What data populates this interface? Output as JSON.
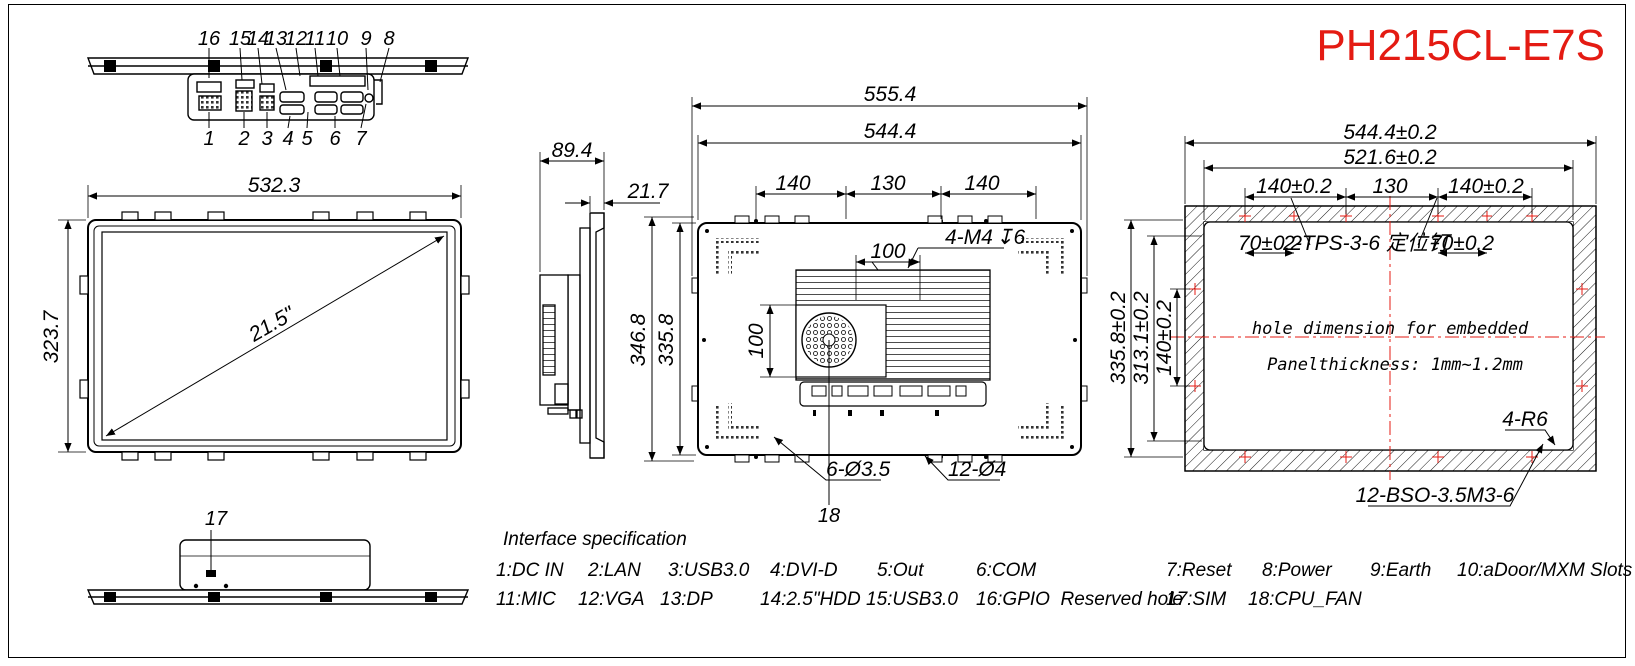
{
  "title": "PH215CL-E7S",
  "colors": {
    "title": "#e41b13",
    "line": "#000000",
    "centerline": "#e41b13"
  },
  "rear_view": {
    "top_numbers": [
      "16",
      "15",
      "14",
      "13",
      "12",
      "11",
      "10",
      "9",
      "8"
    ],
    "bottom_numbers": [
      "1",
      "2",
      "3",
      "4",
      "5",
      "6",
      "7"
    ]
  },
  "front_view": {
    "width": "532.3",
    "height": "323.7",
    "diagonal": "21.5\""
  },
  "bottom_view": {
    "label": "17"
  },
  "side_view": {
    "depth": "89.4",
    "bezel": "21.7"
  },
  "back_view": {
    "overall_width": "555.4",
    "width": "544.4",
    "spacing_left": "140",
    "spacing_mid": "130",
    "spacing_right": "140",
    "heatsink_width": "100",
    "heatsink_height": "100",
    "thread": "4-M4",
    "thread_depth": "6",
    "height_outer": "346.8",
    "height_inner": "335.8",
    "hole_small": "6-Ø3.5",
    "hole_big": "12-Ø4",
    "fan_label": "18"
  },
  "cutout_view": {
    "outer_width": "544.4±0.2",
    "inner_width": "521.6±0.2",
    "spacing_left": "140±0.2",
    "spacing_mid": "130",
    "spacing_right": "140±0.2",
    "offset_left": "70±0.2",
    "offset_right": "70±0.2",
    "pin_label": "2-TPS-3-6 定位钉",
    "height_outer": "335.8±0.2",
    "height_mid": "313.1±0.2",
    "height_inner": "140±0.2",
    "note1": "hole dimension for embedded",
    "note2": "Panelthickness: 1mm~1.2mm",
    "radius": "4-R6",
    "bso": "12-BSO-3.5M3-6"
  },
  "interface_spec": {
    "heading": "Interface specification",
    "row1": [
      "1:DC IN",
      "2:LAN",
      "3:USB3.0",
      "4:DVI-D",
      "5:Out",
      "6:COM",
      "7:Reset",
      "8:Power",
      "9:Earth",
      "10:aDoor/MXM Slots"
    ],
    "row2": [
      "11:MIC",
      "12:VGA",
      "13:DP",
      "14:2.5\"HDD",
      "15:USB3.0",
      "16:GPIO  Reserved hole",
      "17:SIM",
      "18:CPU_FAN"
    ]
  }
}
